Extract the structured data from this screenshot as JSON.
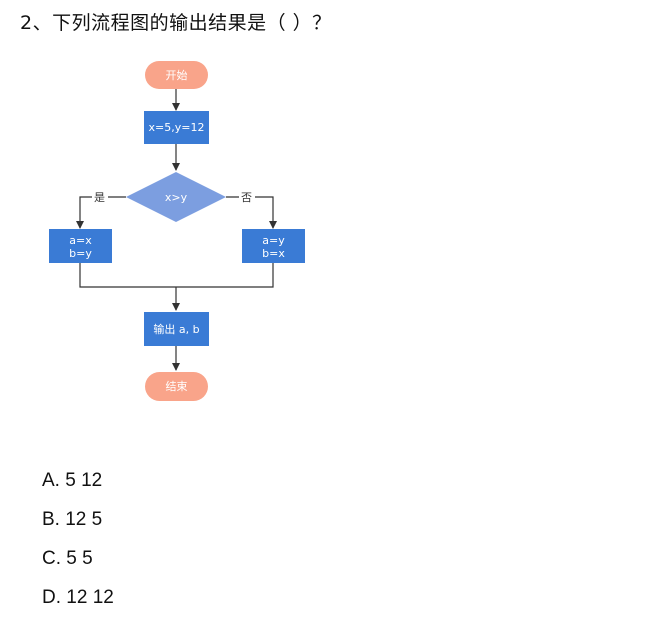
{
  "question": {
    "text": "2、下列流程图的输出结果是（  ）？"
  },
  "flowchart": {
    "start": "开始",
    "init": "x=5,y=12",
    "condition": "x>y",
    "yes_label": "是",
    "no_label": "否",
    "yes_box": [
      "a=x",
      "b=y"
    ],
    "no_box": [
      "a=y",
      "b=x"
    ],
    "output": "输出 a, b",
    "end": "结束",
    "colors": {
      "terminal": "#F9A48A",
      "process": "#3A7BD5",
      "decision": "#7C9EE0",
      "line": "#333333"
    }
  },
  "options": [
    {
      "label": "A. 5 12"
    },
    {
      "label": "B. 12 5"
    },
    {
      "label": "C. 5 5"
    },
    {
      "label": "D. 12 12"
    }
  ]
}
